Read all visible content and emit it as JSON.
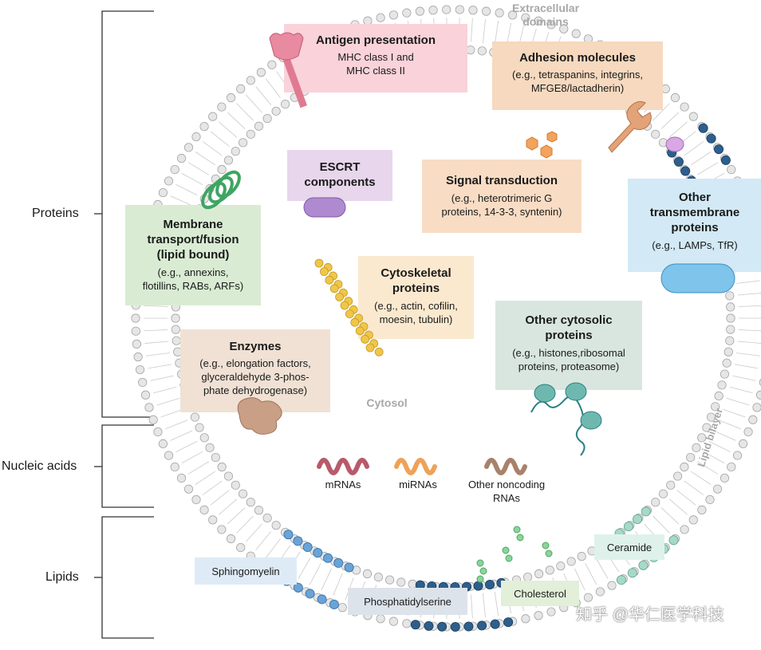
{
  "side_labels": {
    "proteins": "Proteins",
    "nucleic_acids": "Nucleic acids",
    "lipids": "Lipids"
  },
  "regions": {
    "extracellular_line1": "Extracellular",
    "extracellular_line2": "domains",
    "cytosol": "Cytosol",
    "lipid_bilayer": "Lipid bilayer"
  },
  "proteins": {
    "antigen": {
      "title": "Antigen presentation",
      "line1": "MHC class I and",
      "line2": "MHC class II",
      "color": "#f9d2da"
    },
    "adhesion": {
      "title": "Adhesion molecules",
      "line1": "(e.g., tetraspanins, integrins,",
      "line2": "MFGE8/lactadherin)",
      "color": "#f6d9bf"
    },
    "escrt": {
      "title1": "ESCRT",
      "title2": "components",
      "color": "#e7d6ec"
    },
    "signal": {
      "title": "Signal transduction",
      "line1": "(e.g., heterotrimeric G",
      "line2": "proteins, 14-3-3, syntenin)",
      "color": "#f8dcc4"
    },
    "other_tm": {
      "title1": "Other",
      "title2": "transmembrane",
      "title3": "proteins",
      "line1": "(e.g., LAMPs, TfR)",
      "color": "#d3e9f6"
    },
    "membrane": {
      "title1": "Membrane",
      "title2": "transport/fusion",
      "title3": "(lipid bound)",
      "line1": "(e.g., annexins,",
      "line2": "flotillins, RABs, ARFs)",
      "color": "#d9ecd3"
    },
    "cytoskeletal": {
      "title1": "Cytoskeletal",
      "title2": "proteins",
      "line1": "(e.g., actin, cofilin,",
      "line2": "moesin, tubulin)",
      "color": "#fbe9cf"
    },
    "other_cyto": {
      "title1": "Other cytosolic",
      "title2": "proteins",
      "line1": "(e.g., histones,ribosomal",
      "line2": "proteins, proteasome)",
      "color": "#d9e6df"
    },
    "enzymes": {
      "title": "Enzymes",
      "line1": "(e.g., elongation factors,",
      "line2": "glyceraldehyde 3-phos-",
      "line3": "phate dehydrogenase)",
      "color": "#f0e1d4"
    }
  },
  "nucleic_acids": {
    "mrna": "mRNAs",
    "mirna": "miRNAs",
    "other_line1": "Other noncoding",
    "other_line2": "RNAs"
  },
  "lipids": {
    "sphingomyelin": "Sphingomyelin",
    "phosphatidylserine": "Phosphatidylserine",
    "cholesterol": "Cholesterol",
    "ceramide": "Ceramide"
  },
  "watermark": "知乎 @华仁医学科技"
}
